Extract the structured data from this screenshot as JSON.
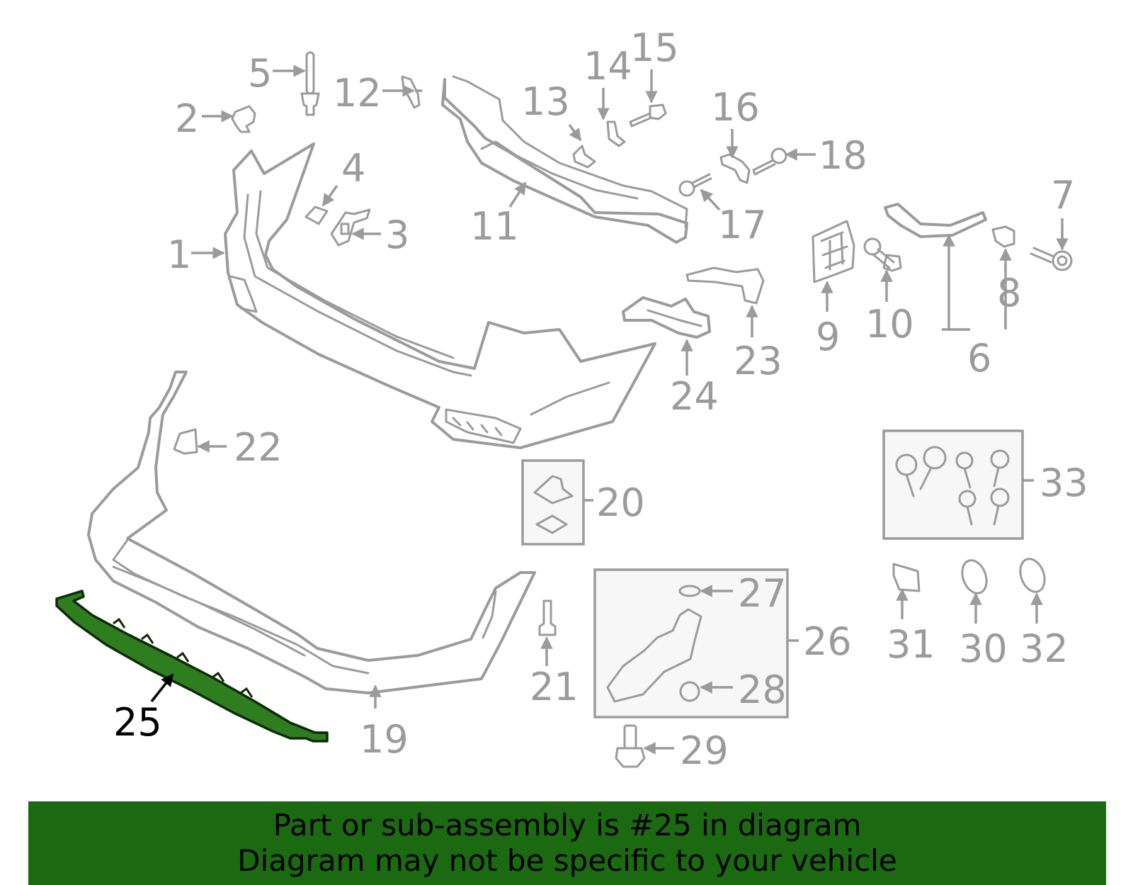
{
  "callouts": {
    "c1": "1",
    "c2": "2",
    "c3": "3",
    "c4": "4",
    "c5": "5",
    "c6": "6",
    "c7": "7",
    "c8": "8",
    "c9": "9",
    "c10": "10",
    "c11": "11",
    "c12": "12",
    "c13": "13",
    "c14": "14",
    "c15": "15",
    "c16": "16",
    "c17": "17",
    "c18": "18",
    "c19": "19",
    "c20": "20",
    "c21": "21",
    "c22": "22",
    "c23": "23",
    "c24": "24",
    "c25": "25",
    "c26": "26",
    "c27": "27",
    "c28": "28",
    "c29": "29",
    "c30": "30",
    "c31": "31",
    "c32": "32",
    "c33": "33"
  },
  "highlighted_part": "25",
  "colors": {
    "part_stroke": "#9b9b9b",
    "highlight_fill": "#2e7d1f",
    "banner_background": "#1b6a12",
    "banner_text": "#000000"
  },
  "banner": {
    "line1": "Part or sub-assembly is #25 in diagram",
    "line2": "Diagram may not be specific to your vehicle"
  }
}
